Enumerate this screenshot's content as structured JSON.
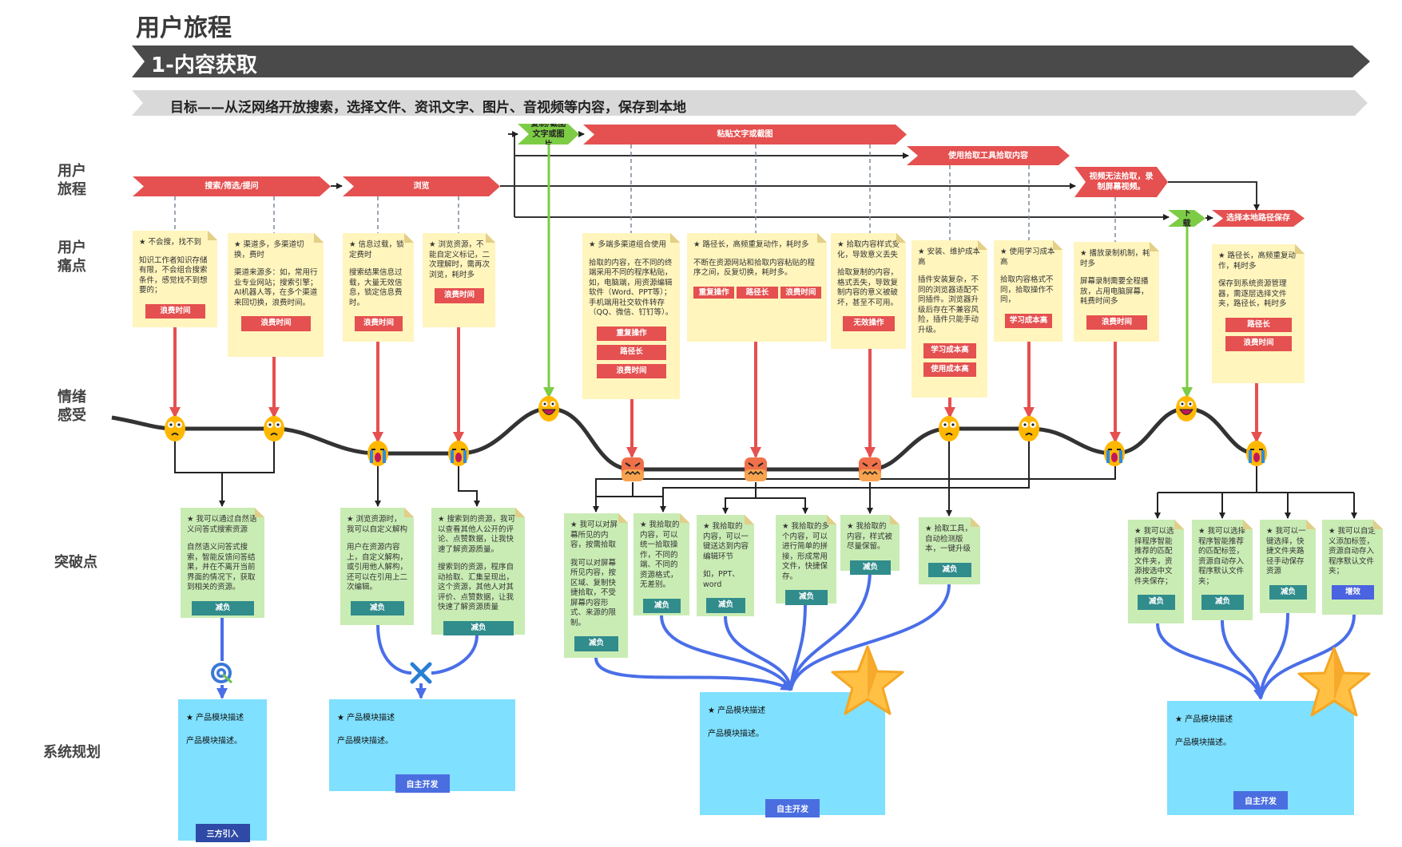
{
  "title": "用户旅程",
  "section": "1-内容获取",
  "goal": "目标——从泛网络开放搜索，选择文件、资讯文字、图片、音视频等内容，保存到本地",
  "row_labels": {
    "journey": "用户旅程",
    "pain": "用户痛点",
    "emotion": "情绪感受",
    "breakthrough": "突破点",
    "system": "系统规划"
  },
  "colors": {
    "red": "#e55050",
    "green": "#7dcc45",
    "teal": "#318c8c",
    "blue": "#4a6ee8",
    "note_yellow": "#fff5bd",
    "note_green": "#c9ecb4",
    "sys_cyan": "#7fe0ff",
    "dark_banner": "#4a4a4a"
  },
  "journey_steps": [
    {
      "label": "搜索/筛选/提问",
      "color": "red"
    },
    {
      "label": "浏览",
      "color": "red"
    },
    {
      "label": "复制/截图文字或图片",
      "color": "green"
    },
    {
      "label": "粘贴文字或截图",
      "color": "red"
    },
    {
      "label": "使用拾取工具拾取内容",
      "color": "red"
    },
    {
      "label": "视频无法拾取，录制屏幕视频。",
      "color": "red"
    },
    {
      "label": "下载",
      "color": "green"
    },
    {
      "label": "选择本地路径保存",
      "color": "red"
    }
  ],
  "pain_points": [
    {
      "title": "★ 不会搜，找不到",
      "body": "知识工作者知识存储有限，不会组合搜索条件，感觉找不到想要的；",
      "tags": [
        "浪费时间"
      ]
    },
    {
      "title": "★ 渠道多，多渠道切换，费时",
      "body": "渠道来源多：如，常用行业专业网站；搜索引擎；AI机器人等，在多个渠道来回切换，浪费时间。",
      "tags": [
        "浪费时间"
      ]
    },
    {
      "title": "★ 信息过载，锁定费时",
      "body": "搜索结果信息过载，大量无效信息，锁定信息费时。",
      "tags": [
        "浪费时间"
      ]
    },
    {
      "title": "★ 浏览资源，不能自定义标记，二次理解时，需再次浏览，耗时多",
      "body": "",
      "tags": [
        "浪费时间"
      ]
    },
    {
      "title": "★ 多端多渠道组合使用",
      "body": "拾取的内容，在不同的终端采用不同的程序粘贴，如，电脑端，用资源编辑软件（Word、PPT等）；手机端用社交软件转存（QQ、微信、钉钉等）。",
      "tags": [
        "重复操作",
        "路径长",
        "浪费时间"
      ]
    },
    {
      "title": "★ 路径长，高频重复动作，耗时多",
      "body": "不断在资源网站和拾取内容粘贴的程序之间，反复切换，耗时多。",
      "tags": [
        "重复操作",
        "路径长",
        "浪费时间"
      ]
    },
    {
      "title": "★ 拾取内容样式变化，导致意义丢失",
      "body": "拾取复制的内容，格式丢失，导致复制内容的意义被破坏，甚至不可用。",
      "tags": [
        "无效操作"
      ]
    },
    {
      "title": "★ 安装、维护成本高",
      "body": "插件安装复杂，不同的浏览器适配不同插件。浏览器升级后存在不兼容风险，插件只能手动升级。",
      "tags": [
        "学习成本高",
        "使用成本高"
      ]
    },
    {
      "title": "★ 使用学习成本高",
      "body": "拾取内容格式不同，拾取操作不同，",
      "tags": [
        "学习成本高"
      ]
    },
    {
      "title": "★ 播放录制机制，耗时多",
      "body": "屏幕录制需要全程播放，占用电脑屏幕，耗费时间多",
      "tags": [
        "浪费时间"
      ]
    },
    {
      "title": "★ 路径长，高频重复动作，耗时多",
      "body": "保存到系统资源管理器，需逐层选择文件夹，路径长，耗时多",
      "tags": [
        "路径长",
        "浪费时间"
      ]
    }
  ],
  "emotions": [
    {
      "mood": "worried"
    },
    {
      "mood": "worried"
    },
    {
      "mood": "crying"
    },
    {
      "mood": "crying"
    },
    {
      "mood": "happy"
    },
    {
      "mood": "angry"
    },
    {
      "mood": "angry"
    },
    {
      "mood": "angry"
    },
    {
      "mood": "worried"
    },
    {
      "mood": "worried"
    },
    {
      "mood": "crying"
    },
    {
      "mood": "happy"
    },
    {
      "mood": "crying"
    }
  ],
  "breakthroughs": [
    {
      "title": "★ 我可以通过自然语义问答式搜索资源",
      "body": "自然语义问答式搜索，智能反馈问答结果，并在不离开当前界面的情况下，获取到相关的资源。",
      "tag": "减负"
    },
    {
      "title": "★ 浏览资源时，我可以自定义解构",
      "body": "用户在资源内容上，自定义解构，或引用他人解构，还可以在引用上二次编辑。",
      "tag": "减负"
    },
    {
      "title": "★ 搜索到的资源，我可以查看其他人公开的评论、点赞数据，让我快速了解资源质量。",
      "body": "搜索到的资源，程序自动拾取、汇集呈现出，这个资源，其他人对其评价、点赞数据，让我快速了解资源质量",
      "tag": "减负"
    },
    {
      "title": "★ 我可以对屏幕所见的内容，按需拾取",
      "body": "我可以对屏幕所见内容，按区域、复制快捷拾取，不受屏幕内容形式、来源的限制。",
      "tag": "减负"
    },
    {
      "title": "★ 我拾取的内容，可以统一拾取操作，不同的端、不同的资源格式，无差别。",
      "body": "",
      "tag": "减负"
    },
    {
      "title": "★ 我拾取的内容，可以一键送达到内容编辑环节",
      "body": "如，PPT、word",
      "tag": "减负"
    },
    {
      "title": "★ 我拾取的多个内容，可以进行简单的拼接，形成常用文件，快捷保存。",
      "body": "",
      "tag": "减负"
    },
    {
      "title": "★ 我拾取的内容，样式被尽量保留。",
      "body": "",
      "tag": "减负"
    },
    {
      "title": "★ 拾取工具，自动检测版本，一键升级",
      "body": "",
      "tag": "减负"
    },
    {
      "title": "★ 我可以选择程序智能推荐的匹配文件夹，资源按选中文件夹保存；",
      "body": "",
      "tag": "减负"
    },
    {
      "title": "★ 我可以选择程序智能推荐的匹配标签，资源自动存入程序默认文件夹；",
      "body": "",
      "tag": "减负"
    },
    {
      "title": "★ 我可以一键选择，快捷文件夹路径手动保存资源",
      "body": "",
      "tag": "减负"
    },
    {
      "title": "★ 我可以自定义添加标签，资源自动存入程序默认文件夹；",
      "body": "",
      "tag": "增效"
    }
  ],
  "system_modules": [
    {
      "title": "★ 产品模块描述",
      "body": "产品模块描述。",
      "tag": "三方引入"
    },
    {
      "title": "★ 产品模块描述",
      "body": "产品模块描述。",
      "tag": "自主开发"
    },
    {
      "title": "★ 产品模块描述",
      "body": "产品模块描述。",
      "tag": "自主开发"
    },
    {
      "title": "★ 产品模块描述",
      "body": "产品模块描述。",
      "tag": "自主开发"
    }
  ]
}
